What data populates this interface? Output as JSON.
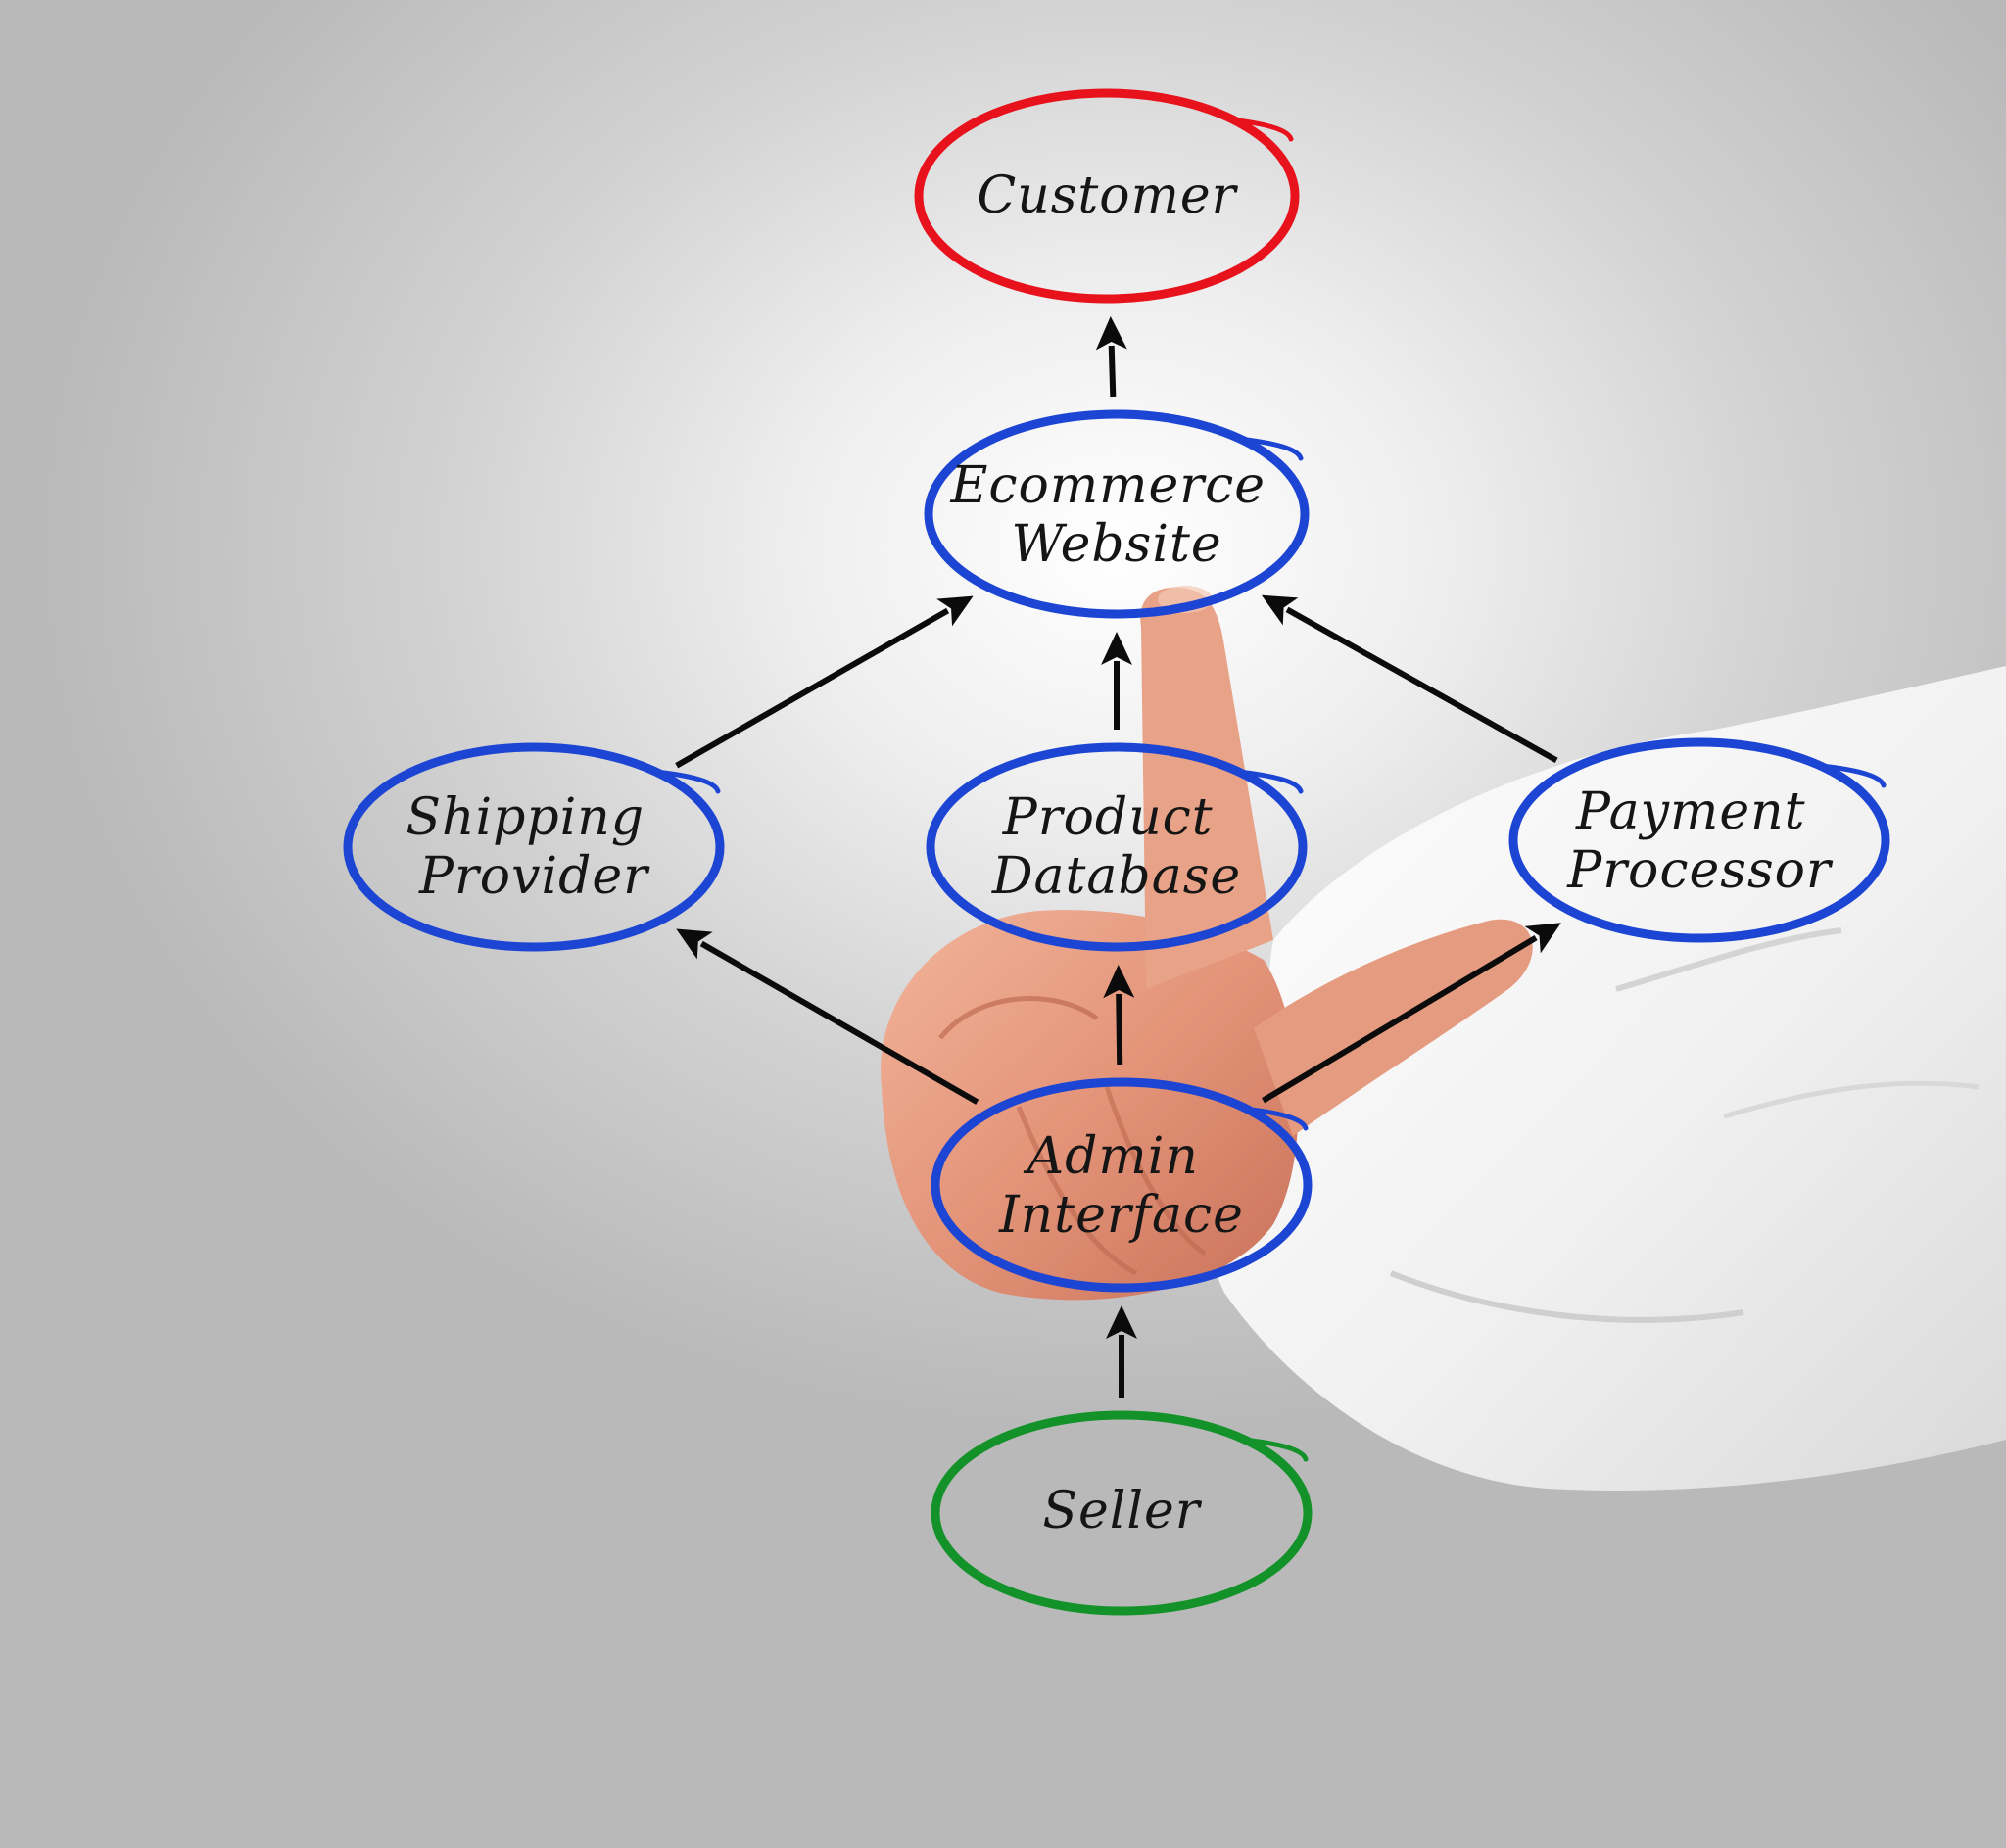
{
  "nodes": [
    {
      "id": "customer",
      "lines": [
        "Customer"
      ],
      "color": "#e8121c"
    },
    {
      "id": "ecommerce",
      "lines": [
        "Ecommerce",
        "Website"
      ],
      "color": "#1c45d4"
    },
    {
      "id": "shipping",
      "lines": [
        "Shipping",
        "Provider"
      ],
      "color": "#1c45d4"
    },
    {
      "id": "product",
      "lines": [
        "Product",
        "Database"
      ],
      "color": "#1c45d4"
    },
    {
      "id": "payment",
      "lines": [
        "Payment",
        "Processor"
      ],
      "color": "#1c45d4"
    },
    {
      "id": "admin",
      "lines": [
        "Admin",
        "Interface"
      ],
      "color": "#1c45d4"
    },
    {
      "id": "seller",
      "lines": [
        "Seller"
      ],
      "color": "#14922a"
    }
  ],
  "edges": [
    {
      "from": "ecommerce",
      "to": "customer"
    },
    {
      "from": "shipping",
      "to": "ecommerce"
    },
    {
      "from": "product",
      "to": "ecommerce"
    },
    {
      "from": "payment",
      "to": "ecommerce"
    },
    {
      "from": "admin",
      "to": "shipping"
    },
    {
      "from": "admin",
      "to": "product"
    },
    {
      "from": "admin",
      "to": "payment"
    },
    {
      "from": "seller",
      "to": "admin"
    }
  ]
}
